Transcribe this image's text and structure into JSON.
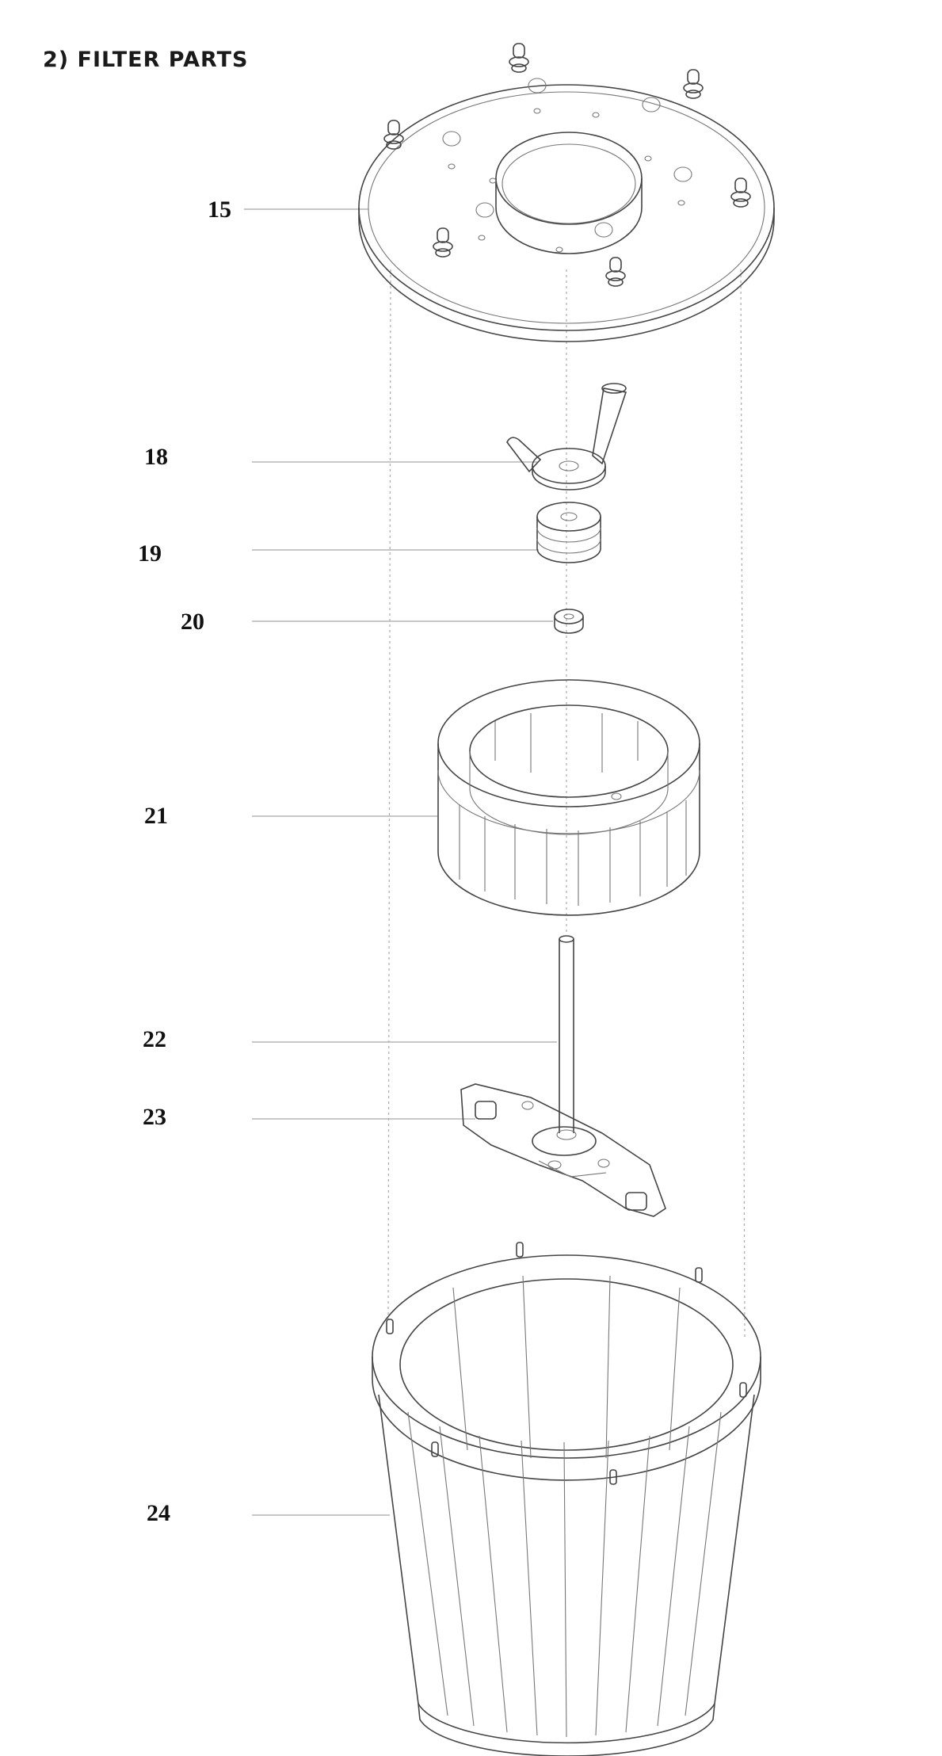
{
  "title": "2) FILTER PARTS",
  "parts": [
    {
      "id": "p15",
      "label": "15"
    },
    {
      "id": "p18",
      "label": "18"
    },
    {
      "id": "p19",
      "label": "19"
    },
    {
      "id": "p20",
      "label": "20"
    },
    {
      "id": "p21",
      "label": "21"
    },
    {
      "id": "p22",
      "label": "22"
    },
    {
      "id": "p23",
      "label": "23"
    },
    {
      "id": "p24",
      "label": "24"
    }
  ]
}
